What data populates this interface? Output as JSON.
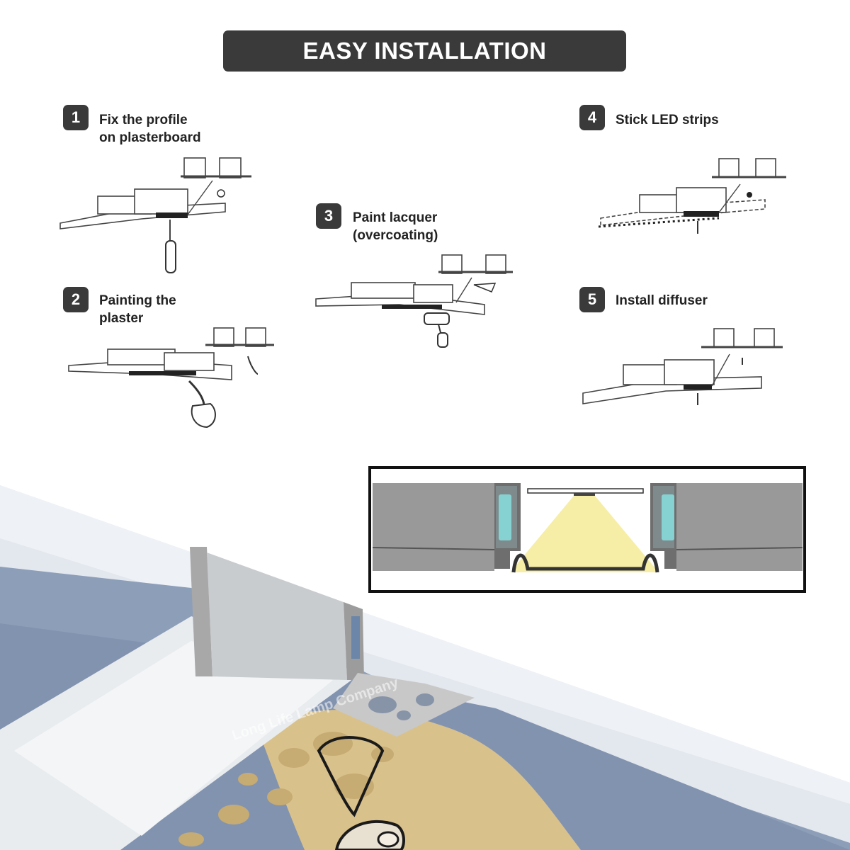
{
  "banner": {
    "title": "EASY INSTALLATION"
  },
  "steps": [
    {
      "number": "1",
      "line1": "Fix the profile",
      "line2": "on plasterboard"
    },
    {
      "number": "2",
      "line1": "Painting the",
      "line2": "plaster"
    },
    {
      "number": "3",
      "line1": "Paint lacquer",
      "line2": "(overcoating)"
    },
    {
      "number": "4",
      "line1": "Stick LED strips",
      "line2": ""
    },
    {
      "number": "5",
      "line1": "Install diffuser",
      "line2": ""
    }
  ],
  "watermark": "Long Life Lamp Company",
  "colors": {
    "banner_bg": "#3a3a3a",
    "banner_text": "#ffffff",
    "wall_blue": "#8c9db8",
    "ceiling_light": "#dfe4ec",
    "plaster_tan": "#d8c08a",
    "led_light": "#f6eeaa",
    "gasket_cyan": "#7fcfcf",
    "profile_grey": "#9a9a9a"
  }
}
